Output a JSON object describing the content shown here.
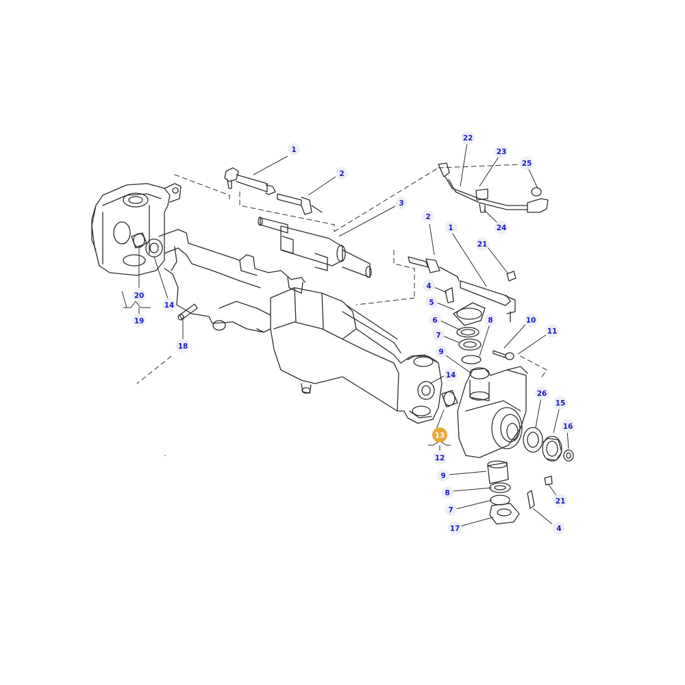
{
  "diagram": {
    "selected_callout": "13",
    "selected_color": "#e9a83a",
    "label_color": "#1a1acc",
    "line_color": "#2a2a2a",
    "callouts": [
      {
        "id": "c1a",
        "label": "1"
      },
      {
        "id": "c2a",
        "label": "2"
      },
      {
        "id": "c3",
        "label": "3"
      },
      {
        "id": "c22",
        "label": "22"
      },
      {
        "id": "c23",
        "label": "23"
      },
      {
        "id": "c25",
        "label": "25"
      },
      {
        "id": "c24",
        "label": "24"
      },
      {
        "id": "c2b",
        "label": "2"
      },
      {
        "id": "c1b",
        "label": "1"
      },
      {
        "id": "c21a",
        "label": "21"
      },
      {
        "id": "c4a",
        "label": "4"
      },
      {
        "id": "c5",
        "label": "5"
      },
      {
        "id": "c6",
        "label": "6"
      },
      {
        "id": "c8a",
        "label": "8"
      },
      {
        "id": "c7a",
        "label": "7"
      },
      {
        "id": "c10",
        "label": "10"
      },
      {
        "id": "c11",
        "label": "11"
      },
      {
        "id": "c9a",
        "label": "9"
      },
      {
        "id": "c14a",
        "label": "14"
      },
      {
        "id": "c26",
        "label": "26"
      },
      {
        "id": "c15",
        "label": "15"
      },
      {
        "id": "c16",
        "label": "16"
      },
      {
        "id": "c13",
        "label": "13"
      },
      {
        "id": "c12",
        "label": "12"
      },
      {
        "id": "c9b",
        "label": "9"
      },
      {
        "id": "c8b",
        "label": "8"
      },
      {
        "id": "c7b",
        "label": "7"
      },
      {
        "id": "c17",
        "label": "17"
      },
      {
        "id": "c21b",
        "label": "21"
      },
      {
        "id": "c4b",
        "label": "4"
      },
      {
        "id": "c20",
        "label": "20"
      },
      {
        "id": "c14b",
        "label": "14"
      },
      {
        "id": "c19",
        "label": "19"
      },
      {
        "id": "c18",
        "label": "18"
      }
    ]
  }
}
